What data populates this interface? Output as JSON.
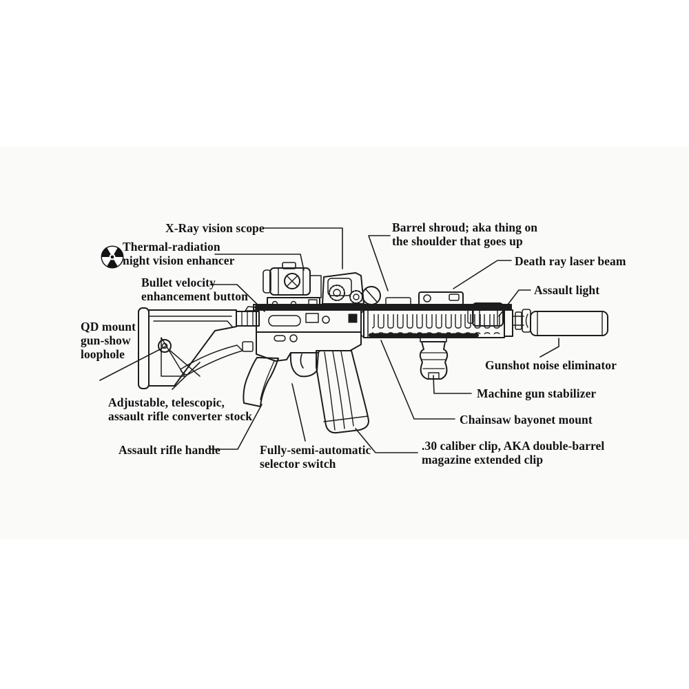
{
  "page": {
    "background_color": "#ffffff",
    "print_band_color": "#fafaf9",
    "line_color": "#1c1c1c",
    "text_color": "#121212"
  },
  "icons": {
    "thermal_badge": "radiation-icon"
  },
  "labels": {
    "xray_scope": "X-Ray vision scope",
    "thermal_enhancer": "Thermal-radiation\nnight vision enhancer",
    "bullet_velocity": "Bullet velocity\nenhancement button",
    "qd_mount": "QD mount\ngun-show\nloophole",
    "converter_stock": "Adjustable, telescopic,\nassault rifle converter stock",
    "rifle_handle": "Assault rifle handle",
    "selector_switch": "Fully-semi-automatic\nselector switch",
    "barrel_shroud": "Barrel shroud; aka thing on\nthe shoulder that goes up",
    "death_ray": "Death ray laser beam",
    "assault_light": "Assault light",
    "noise_eliminator": "Gunshot noise eliminator",
    "stabilizer": "Machine gun stabilizer",
    "bayonet_mount": "Chainsaw bayonet mount",
    "caliber_clip": ".30 caliber clip, AKA double-barrel\nmagazine extended clip"
  }
}
